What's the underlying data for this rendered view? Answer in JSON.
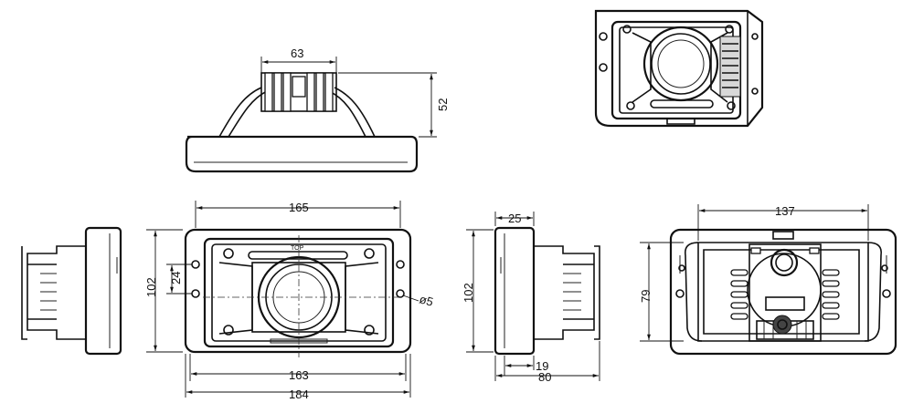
{
  "dimensions": {
    "top_heatsink_width": "63",
    "top_height": "52",
    "front_inner_width": "165",
    "front_height": "102",
    "front_screw_spacing": "24",
    "front_hole_diameter": "ø5",
    "front_lens_width": "163",
    "front_total_width": "184",
    "side_lip_depth": "25",
    "side_height": "102",
    "side_body_depth": "19",
    "side_total_depth": "80",
    "back_width": "137",
    "back_height": "79"
  },
  "labels": {
    "top_marking": "TOP"
  }
}
